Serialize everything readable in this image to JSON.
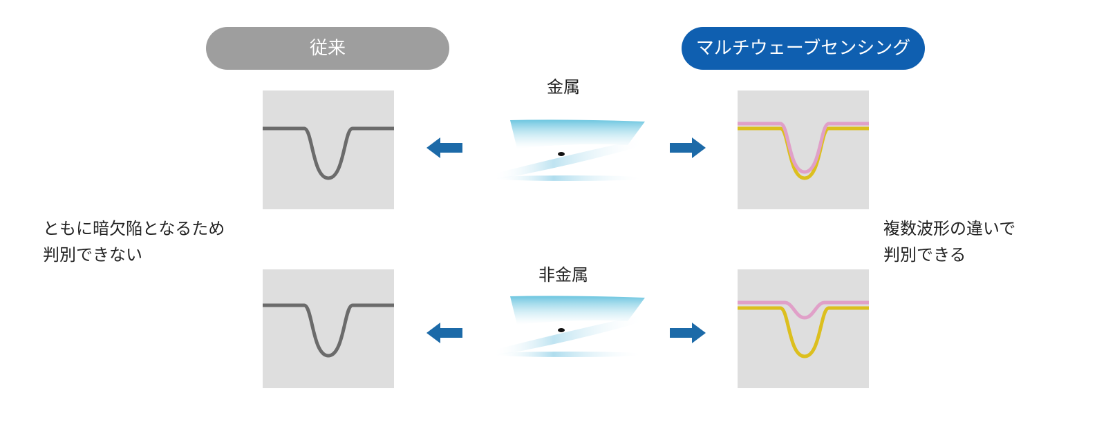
{
  "header": {
    "conventional_label": "従来",
    "multiwave_label": "マルチウェーブセンシング"
  },
  "materials": {
    "metal": "金属",
    "nonmetal": "非金属"
  },
  "captions": {
    "left_line1": "ともに暗欠陥となるため",
    "left_line2": "判別できない",
    "right_line1": "複数波形の違いで",
    "right_line2": "判別できる"
  },
  "colors": {
    "conventional_pill": "#9e9e9e",
    "multiwave_pill": "#0f5fb0",
    "panel_bg": "#dedede",
    "gray_wave": "#6b6b6b",
    "pink_wave": "#e0a0c8",
    "yellow_wave": "#dcbf1e",
    "arrow": "#1c6aa8"
  }
}
